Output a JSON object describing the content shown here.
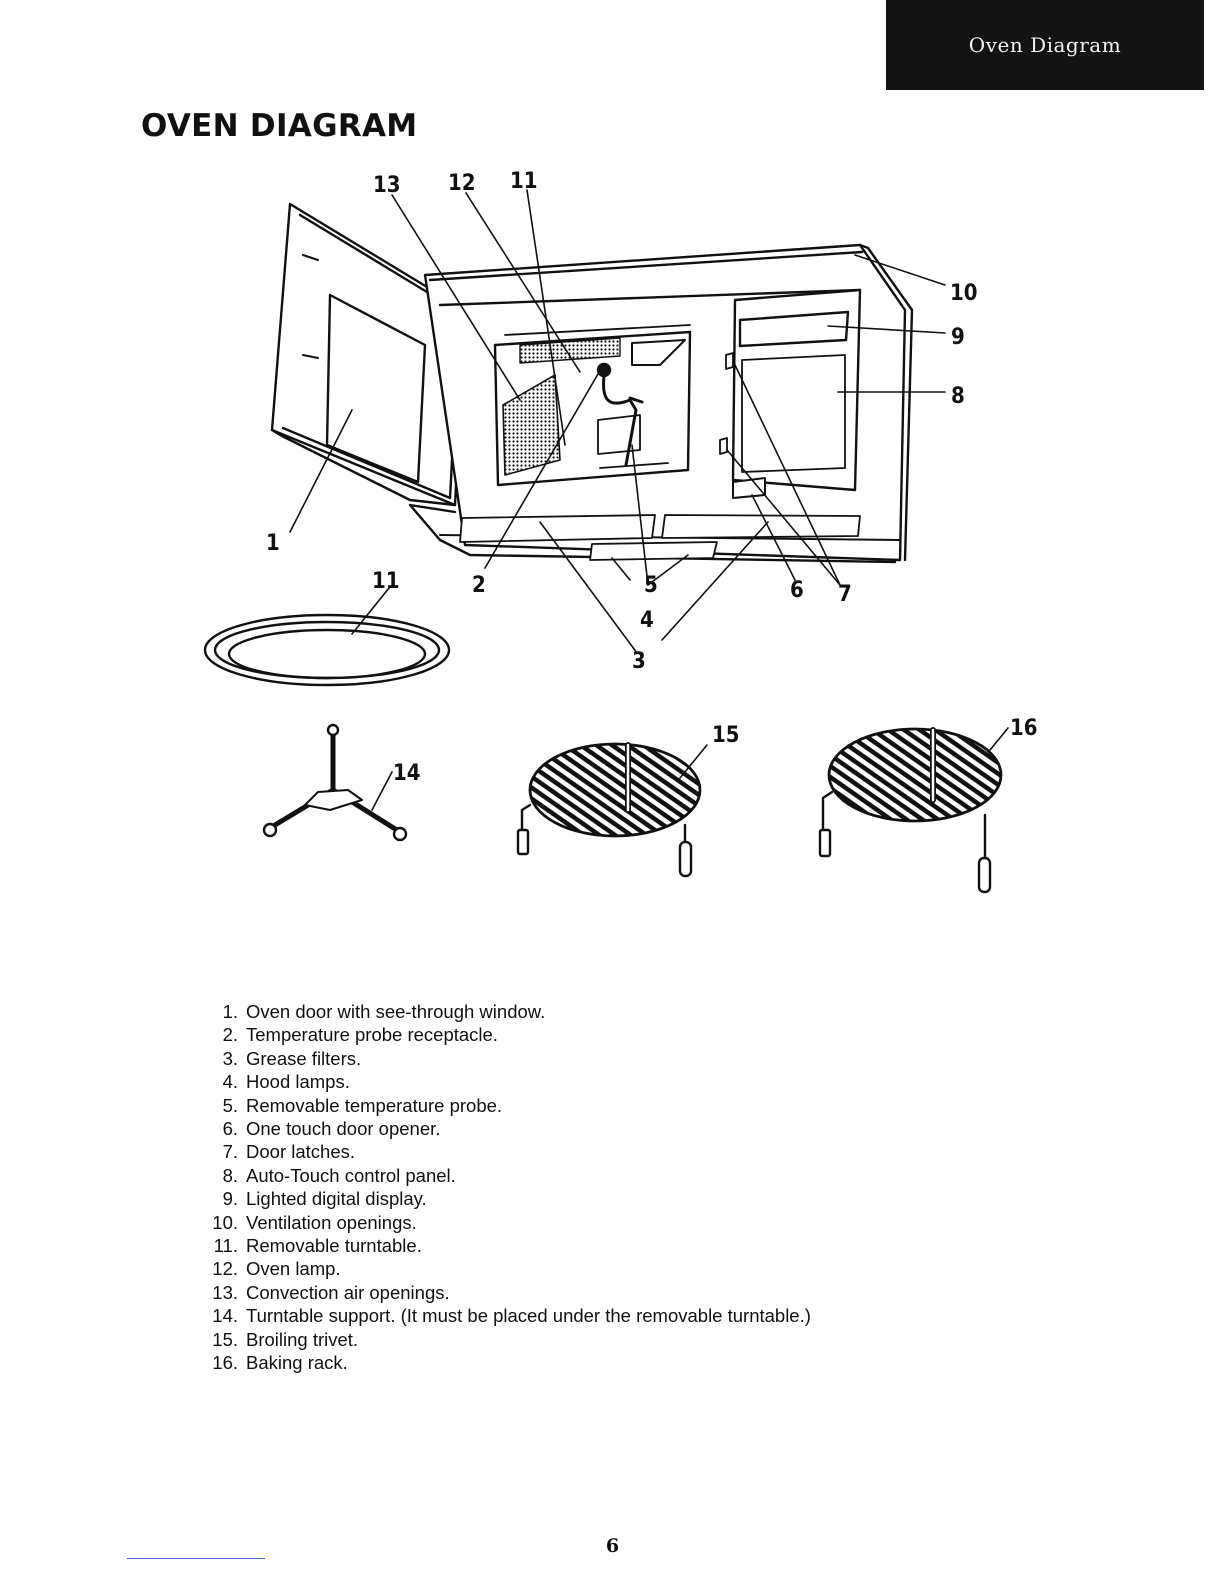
{
  "header": {
    "section_tab": "Oven Diagram",
    "title": "OVEN DIAGRAM"
  },
  "diagram": {
    "callouts": {
      "c1": "1",
      "c2": "2",
      "c3": "3",
      "c4": "4",
      "c5": "5",
      "c6": "6",
      "c7": "7",
      "c8": "8",
      "c9": "9",
      "c10": "10",
      "c11_top": "11",
      "c11_tray": "11",
      "c12": "12",
      "c13": "13",
      "c14": "14",
      "c15": "15",
      "c16": "16"
    }
  },
  "parts": [
    {
      "number": "1.",
      "text": "Oven door with see-through window."
    },
    {
      "number": "2.",
      "text": "Temperature probe receptacle."
    },
    {
      "number": "3.",
      "text": "Grease filters."
    },
    {
      "number": "4.",
      "text": "Hood lamps."
    },
    {
      "number": "5.",
      "text": "Removable temperature probe."
    },
    {
      "number": "6.",
      "text": "One touch door opener."
    },
    {
      "number": "7.",
      "text": "Door latches."
    },
    {
      "number": "8.",
      "text": "Auto-Touch control panel."
    },
    {
      "number": "9.",
      "text": "Lighted digital display."
    },
    {
      "number": "10.",
      "text": "Ventilation openings."
    },
    {
      "number": "11.",
      "text": "Removable turntable."
    },
    {
      "number": "12.",
      "text": "Oven lamp."
    },
    {
      "number": "13.",
      "text": "Convection air openings."
    },
    {
      "number": "14.",
      "text": "Turntable support. (It must be placed under the removable turntable.)"
    },
    {
      "number": "15.",
      "text": "Broiling trivet."
    },
    {
      "number": "16.",
      "text": "Baking rack."
    }
  ],
  "footer": {
    "page_number": "6"
  }
}
